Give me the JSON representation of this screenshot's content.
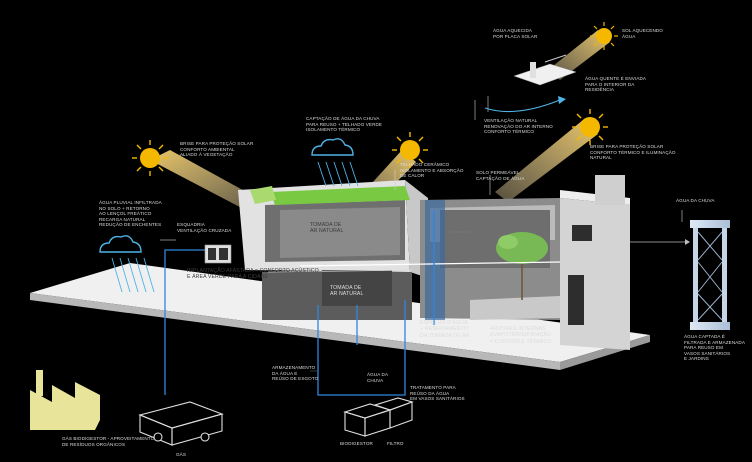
{
  "labels": {
    "sun_left": "Brise para proteção solar\nconforto ambiental\naliado à vegetação",
    "rain_roof": "Captação de água da chuva\npara reuso + telhado verde\nisolamento térmico",
    "sun_mid": "Telhado cerâmico\nisolamento e absorção\nde calor",
    "ground": "Solo permeável\ncaptação de água",
    "rain_left": "Água pluvial infiltrada\nno solo + retorno\nao lençol freático\nrecarga natural\nredução de enchentes",
    "window_left": "Esquadria\nventilação cruzada",
    "solar_panel": "Água aquecida\npor placa solar",
    "solar_top_right": "Sol aquecendo\nágua",
    "solar_right_note": "Água quente é enviada\npara o interior da\nresidência",
    "wind_note": "Ventilação natural\nrenovação do ar interno\nconforto térmico",
    "sun_right": "Brise para proteção solar\nconforto térmico e iluminação\nnatural",
    "tower_top": "Água da chuva",
    "tower_bottom": "Água captada é\nfiltrada e armazenada\npara reuso em\nvasos sanitários\ne jardins",
    "tomada_ar_1": "Tomada de\nar natural",
    "tomada_ar_2": "Tomada de\nar natural",
    "implantacao": "Implantação afastada = conforto acústico\ne área verde para a cidade",
    "espelho": "Espelho d'água\n+ resfriamento\nda tomada de ar",
    "arvores": "Árvores internas\nevapotranspiração\n= controle térmico",
    "water_tank": "Armazenamento\nda água e\nreúso de esgoto",
    "water_mid": "Água da\nchuva",
    "water_right": "Tratamento para\nreúso da água\nem vasos sanitários",
    "factory": "Gás biodigestor - Aproveitamento\nde resíduos orgânicos",
    "box_right_a": "Biodigestor",
    "box_right_b": "Filtro",
    "box_left": "Gás"
  },
  "colors": {
    "background": "#000000",
    "sun": "#f5b800",
    "sun_ray": "#f2c66a",
    "cloud": "#4fb3e6",
    "rain": "#4fb3e6",
    "pipe": "#2e86e0",
    "factory": "#e8e49a",
    "building": "#d9d9d9",
    "green_roof": "#7ac943",
    "tree": "#79b955"
  }
}
